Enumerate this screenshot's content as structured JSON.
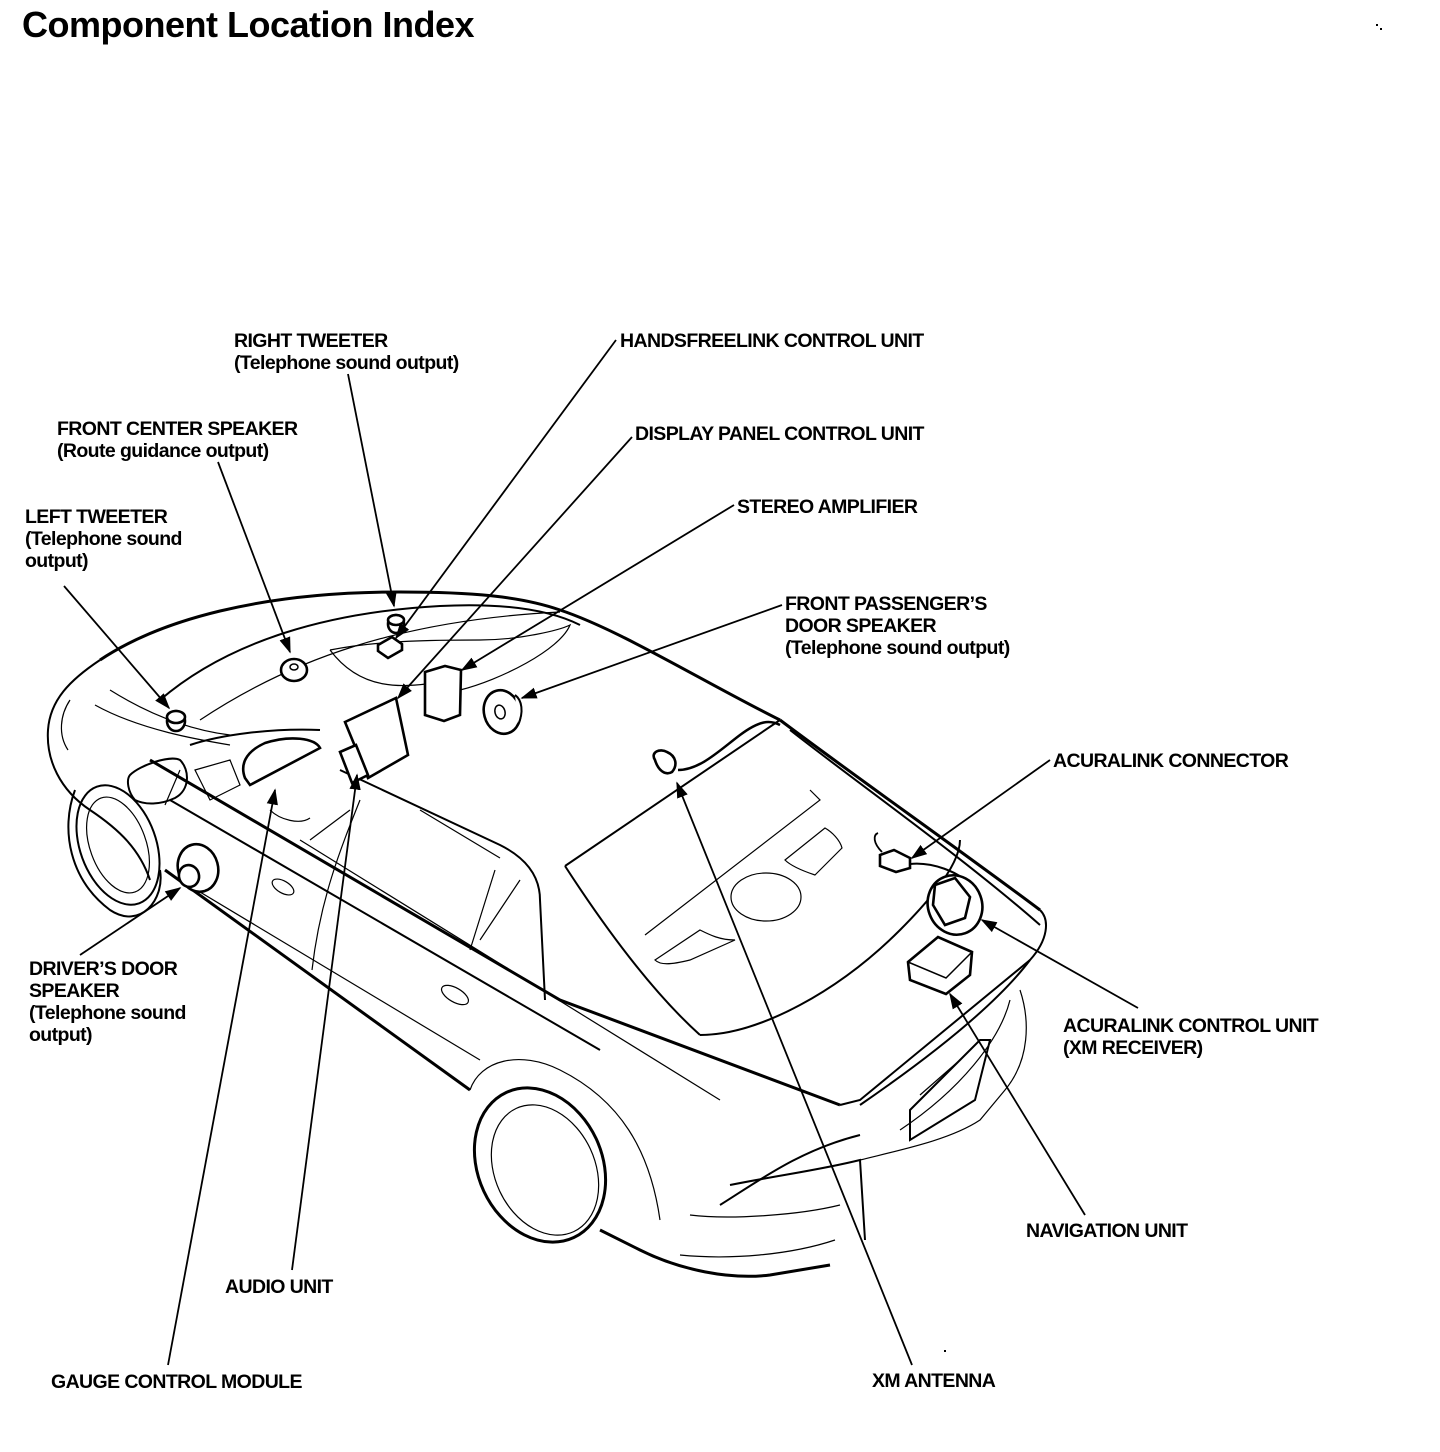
{
  "title": "Component Location Index",
  "labels": [
    {
      "id": "right-tweeter",
      "name": "RIGHT TWEETER",
      "sub": [
        "(Telephone sound output)"
      ]
    },
    {
      "id": "handsfreelink-control-unit",
      "name": "HANDSFREELINK CONTROL UNIT",
      "sub": []
    },
    {
      "id": "front-center-speaker",
      "name": "FRONT CENTER SPEAKER",
      "sub": [
        "(Route guidance output)"
      ]
    },
    {
      "id": "display-panel-control-unit",
      "name": "DISPLAY PANEL CONTROL UNIT",
      "sub": []
    },
    {
      "id": "left-tweeter",
      "name": "LEFT TWEETER",
      "sub": [
        "(Telephone sound",
        "output)"
      ]
    },
    {
      "id": "stereo-amplifier",
      "name": "STEREO AMPLIFIER",
      "sub": []
    },
    {
      "id": "front-passengers-door-speaker",
      "name": "FRONT PASSENGER’S",
      "sub": [
        "DOOR SPEAKER",
        "(Telephone sound output)"
      ]
    },
    {
      "id": "acuralink-connector",
      "name": "ACURALINK CONNECTOR",
      "sub": []
    },
    {
      "id": "drivers-door-speaker",
      "name": "DRIVER’S DOOR",
      "sub": [
        "SPEAKER",
        "(Telephone sound",
        "output)"
      ]
    },
    {
      "id": "acuralink-control-unit",
      "name": "ACURALINK CONTROL UNIT",
      "sub": [
        "(XM RECEIVER)"
      ]
    },
    {
      "id": "navigation-unit",
      "name": "NAVIGATION UNIT",
      "sub": []
    },
    {
      "id": "audio-unit",
      "name": "AUDIO UNIT",
      "sub": []
    },
    {
      "id": "gauge-control-module",
      "name": "GAUGE CONTROL MODULE",
      "sub": []
    },
    {
      "id": "xm-antenna",
      "name": "XM ANTENNA",
      "sub": []
    }
  ]
}
